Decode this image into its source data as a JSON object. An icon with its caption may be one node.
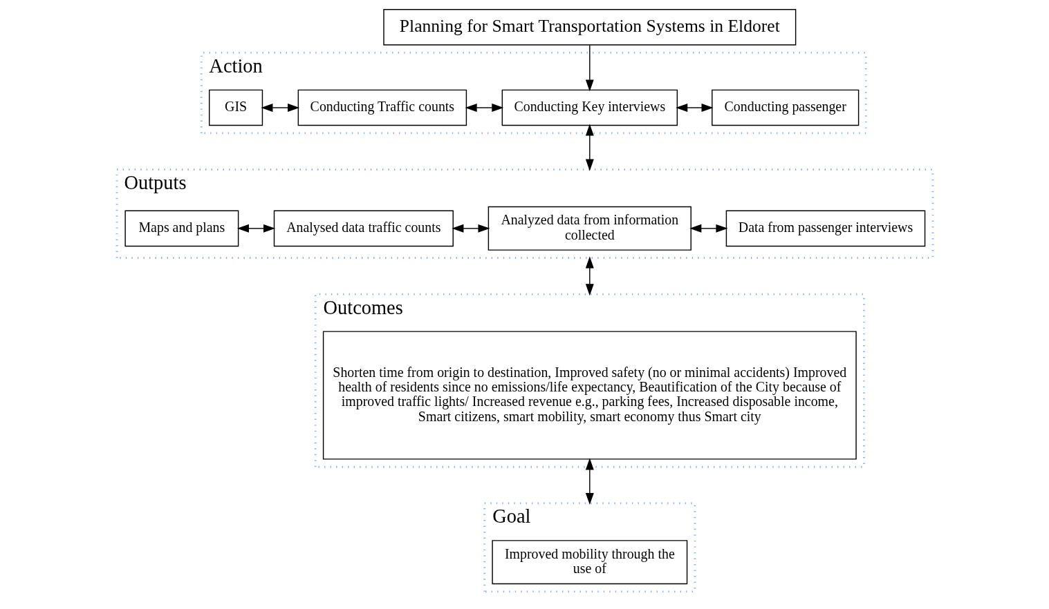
{
  "diagram": {
    "nodes": [
      {
        "text": [
          "Planning for Smart Transportation Systems in Eldoret"
        ]
      },
      {
        "text": [
          "Action"
        ]
      },
      {
        "text": [
          "GIS"
        ],
        "in": 1
      },
      {
        "text": [
          "Conducting Traffic counts"
        ],
        "in": 1
      },
      {
        "text": [
          "Conducting Key interviews"
        ],
        "in": 1
      },
      {
        "text": [
          "Conducting passenger"
        ],
        "in": 1
      },
      {
        "text": [
          "Outputs"
        ]
      },
      {
        "text": [
          "Maps and plans"
        ],
        "in": 6
      },
      {
        "text": [
          "Analysed data traffic counts"
        ],
        "in": 6
      },
      {
        "text": [
          "Analyzed data from information collected"
        ],
        "in": 6
      },
      {
        "text": [
          "Data from passenger interviews"
        ],
        "in": 6
      },
      {
        "text": [
          "Outcomes"
        ]
      },
      {
        "text": [
          "Shorten time from origin to destination, Improved safety (no or minimal accidents) Improved health of residents since no emissions/life expectancy, Beautification of the City because of improved traffic lights/ Increased revenue e.g., parking fees, Increased disposable income, Smart citizens, smart mobility, smart economy thus Smart city"
        ],
        "in": 11
      },
      {
        "text": [
          "Goal"
        ]
      },
      {
        "text": [
          "Improved mobility through the use of"
        ],
        "in": 13
      }
    ],
    "edges": [
      {
        "from": 0,
        "to": 4,
        "arrow": "to"
      },
      {
        "from": 2,
        "to": 3,
        "arrow": "both"
      },
      {
        "from": 3,
        "to": 4,
        "arrow": "both"
      },
      {
        "from": 4,
        "to": 5,
        "arrow": "both"
      },
      {
        "from": 4,
        "to": 6,
        "arrow": "both"
      },
      {
        "from": 7,
        "to": 8,
        "arrow": "both"
      },
      {
        "from": 8,
        "to": 9,
        "arrow": "both"
      },
      {
        "from": 9,
        "to": 10,
        "arrow": "both"
      },
      {
        "from": 6,
        "to": 11,
        "arrow": "both"
      },
      {
        "from": 12,
        "to": 13,
        "arrow": "both"
      }
    ]
  }
}
